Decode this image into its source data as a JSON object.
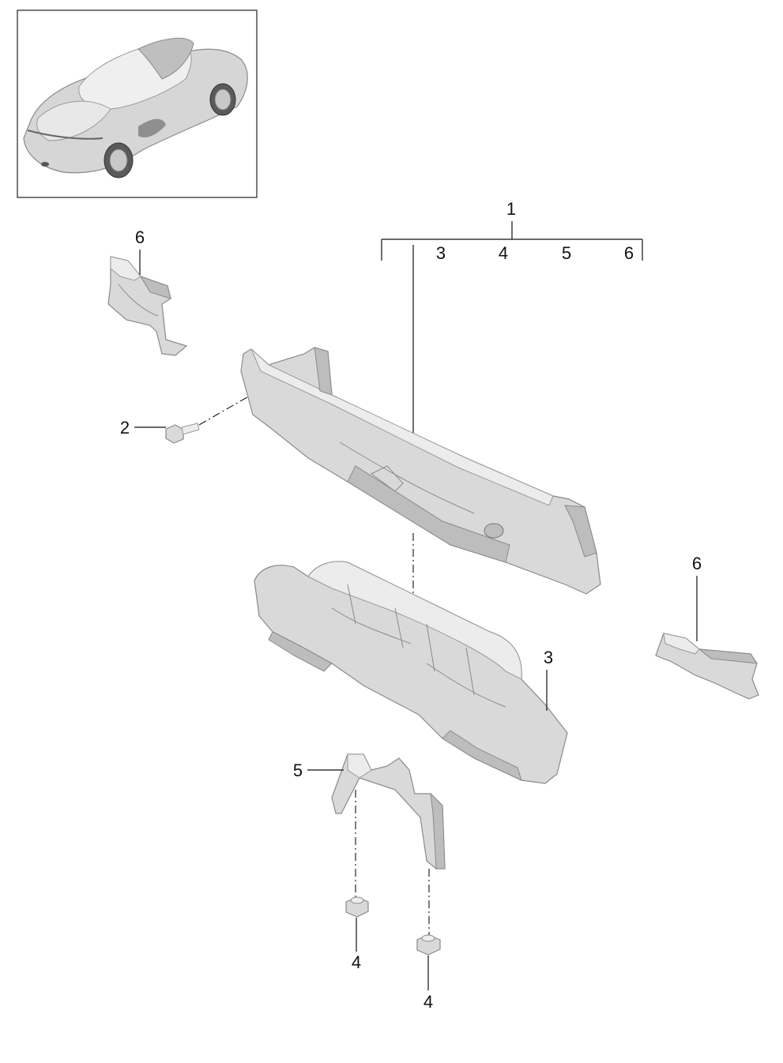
{
  "diagram": {
    "group_label": "1",
    "group_members": [
      "3",
      "4",
      "5",
      "6"
    ],
    "callouts": {
      "bolt": "2",
      "bracket_left": "6",
      "bracket_right": "6",
      "heat_shield": "3",
      "support_bracket": "5",
      "nut_left": "4",
      "nut_right": "4"
    }
  }
}
